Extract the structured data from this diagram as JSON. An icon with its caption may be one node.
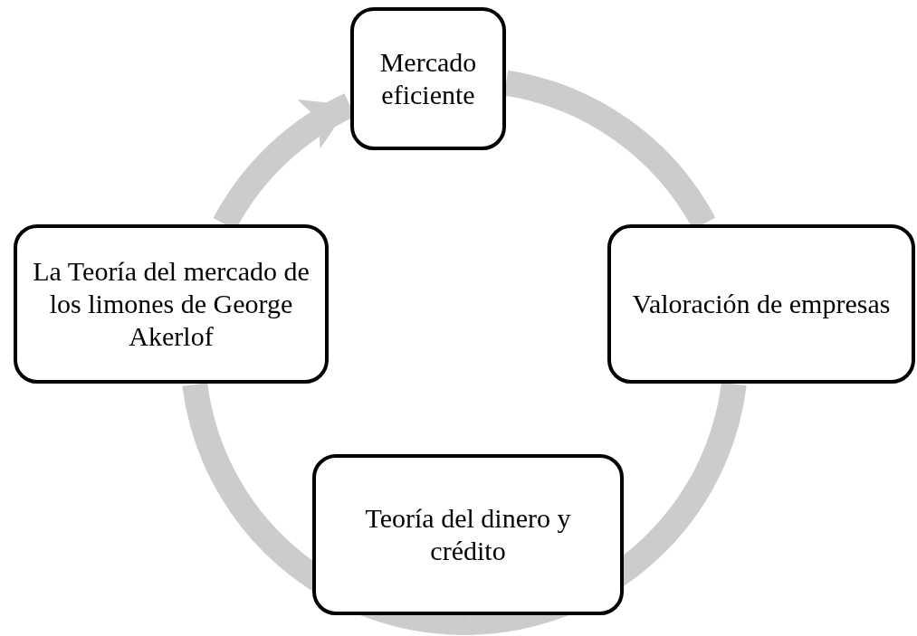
{
  "diagram": {
    "nodes": [
      {
        "text": [
          "Mercado eficiente"
        ]
      },
      {
        "text": [
          "Valoración de empresas"
        ]
      },
      {
        "text": [
          "Teoría del dinero y crédito"
        ]
      },
      {
        "text": [
          "La Teoría del mercado de los limones de George Akerlof"
        ]
      }
    ],
    "edges": [
      {
        "from": 0,
        "to": 1,
        "arrow": "none"
      },
      {
        "from": 1,
        "to": 2,
        "arrow": "none"
      },
      {
        "from": 2,
        "to": 3,
        "arrow": "none"
      },
      {
        "from": 3,
        "to": 0,
        "arrow": "to"
      }
    ]
  }
}
